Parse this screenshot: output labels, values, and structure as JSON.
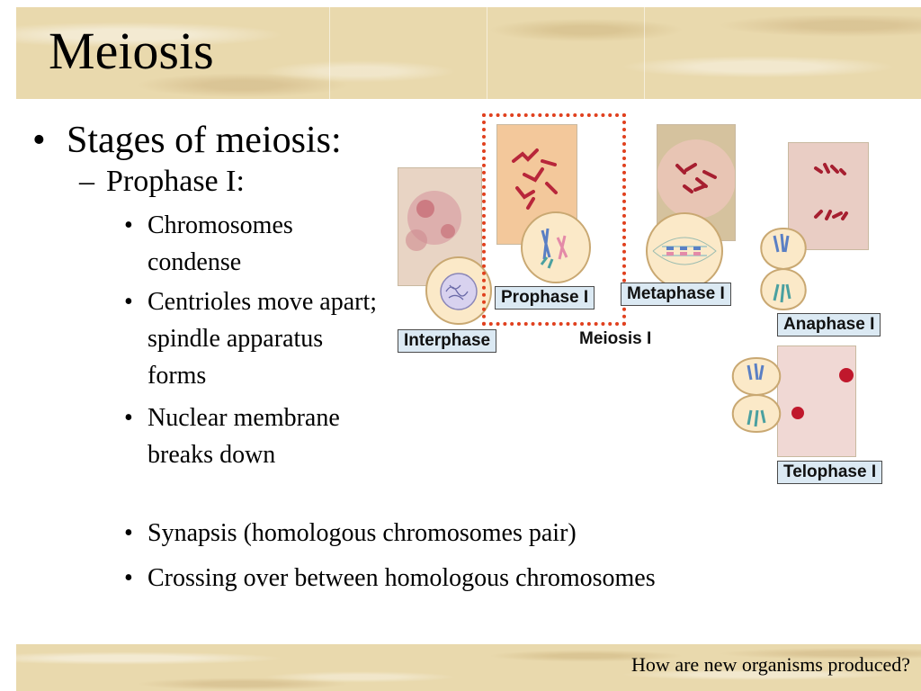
{
  "slide": {
    "title": "Meiosis",
    "footer": "How are new organisms produced?"
  },
  "bullets": {
    "level1": "Stages of meiosis:",
    "level2": "Prophase I:",
    "level3": [
      "Chromosomes condense",
      "Centrioles move apart; spindle apparatus forms",
      "Nuclear membrane breaks down",
      "Synapsis (homologous chromosomes pair)",
      "Crossing over between homologous chromosomes"
    ]
  },
  "figure": {
    "labels": {
      "interphase": "Interphase",
      "prophase": "Prophase I",
      "metaphase": "Metaphase I",
      "anaphase": "Anaphase I",
      "telophase": "Telophase  I"
    },
    "caption": "Meiosis I",
    "highlight_color": "#e0401e"
  },
  "colors": {
    "parchment": "#e9d9ad",
    "label_fill": "#dbe9f3",
    "chromosome": "#b8263a"
  }
}
